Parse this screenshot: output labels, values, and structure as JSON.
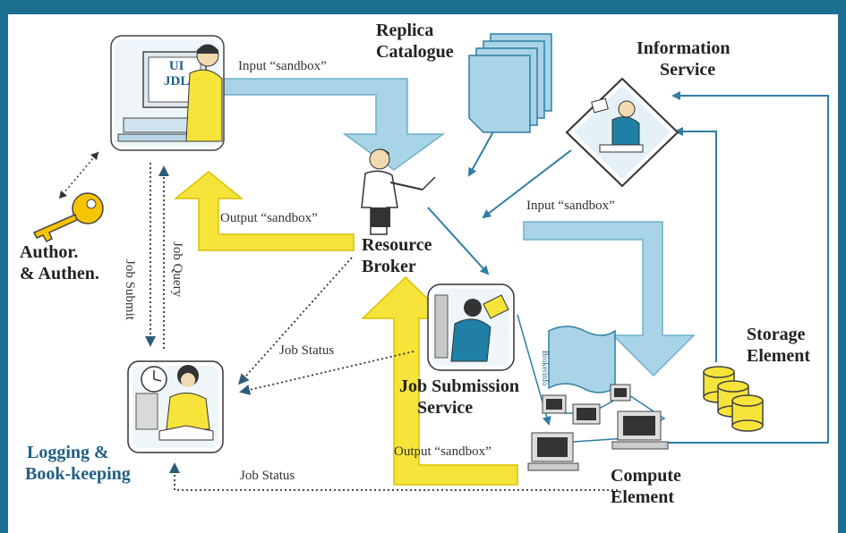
{
  "components": {
    "ui_jdl": {
      "line1": "UI",
      "line2": "JDL"
    },
    "replica_catalogue": {
      "line1": "Replica",
      "line2": "Catalogue"
    },
    "information_service": {
      "line1": "Information",
      "line2": "Service"
    },
    "resource_broker": {
      "line1": "Resource",
      "line2": "Broker"
    },
    "auth": {
      "line1": "Author.",
      "line2": "& Authen."
    },
    "job_submission_service": {
      "line1": "Job Submission",
      "line2": "Service"
    },
    "logging": {
      "line1": "Logging &",
      "line2": "Book-keeping"
    },
    "storage_element": {
      "line1": "Storage",
      "line2": "Element"
    },
    "compute_element": {
      "line1": "Compute",
      "line2": "Element"
    },
    "brokerinfo_doc": "Brokerinfo"
  },
  "flows": {
    "input_sandbox_top": "Input “sandbox”",
    "output_sandbox_left": "Output “sandbox”",
    "input_sandbox_right": "Input “sandbox”",
    "output_sandbox_bottom": "Output “sandbox”",
    "job_status_mid": "Job Status",
    "job_status_bottom": "Job Status",
    "job_submit": "Job Submit",
    "job_query": "Job Query"
  },
  "colors": {
    "frame": "#1d6f91",
    "blue_arrow": "#a9d3e6",
    "blue_arrow_edge": "#6fb0cc",
    "yellow_arrow": "#f6e43a",
    "yellow_arrow_edge": "#d9c200",
    "thin_arrow": "#2f7ea3"
  }
}
